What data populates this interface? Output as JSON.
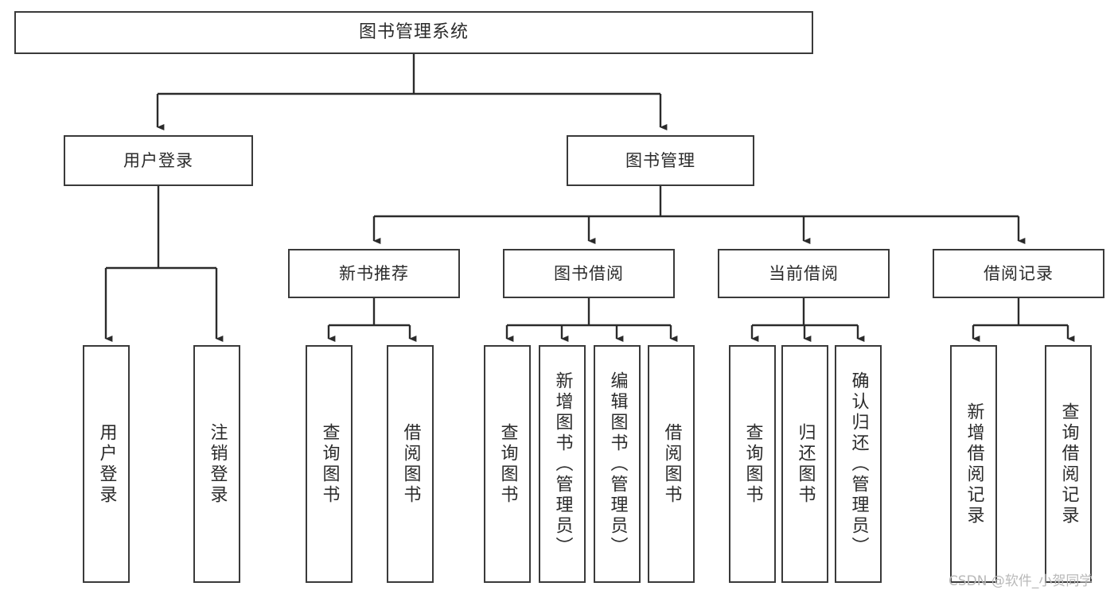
{
  "diagram": {
    "title": "图书管理系统",
    "type": "tree-hierarchy",
    "watermark": "CSDN @软件_小贺同学",
    "colors": {
      "box_stroke": "#3a3a3a",
      "box_fill": "#ffffff",
      "text": "#2b2b2b",
      "connector": "#2b2b2b",
      "watermark": "#b9b9b9",
      "background": "#ffffff"
    },
    "root": {
      "label": "图书管理系统"
    },
    "level2": [
      {
        "label": "用户登录"
      },
      {
        "label": "图书管理"
      }
    ],
    "level3": [
      {
        "label": "新书推荐"
      },
      {
        "label": "图书借阅"
      },
      {
        "label": "当前借阅"
      },
      {
        "label": "借阅记录"
      }
    ],
    "leaves": {
      "user_login": [
        {
          "label": "用户登录"
        },
        {
          "label": "注销登录"
        }
      ],
      "new_book_recommend": [
        {
          "label": "查询图书"
        },
        {
          "label": "借阅图书"
        }
      ],
      "book_borrow": [
        {
          "label": "查询图书"
        },
        {
          "label": "新增图书（管理员）"
        },
        {
          "label": "编辑图书（管理员）"
        },
        {
          "label": "借阅图书"
        }
      ],
      "current_borrow": [
        {
          "label": "查询图书"
        },
        {
          "label": "归还图书"
        },
        {
          "label": "确认归还（管理员）"
        }
      ],
      "borrow_record": [
        {
          "label": "新增借阅记录"
        },
        {
          "label": "查询借阅记录"
        }
      ]
    }
  }
}
